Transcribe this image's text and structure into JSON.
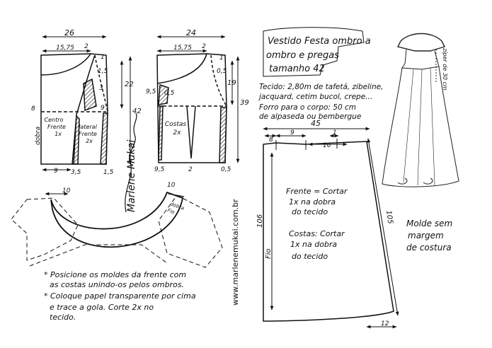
{
  "front": {
    "top_width": "26",
    "shoulder": "15,75",
    "neck_step": "2",
    "right_marks": [
      "1",
      "1,5",
      "3",
      "9"
    ],
    "left_mark": "8",
    "length_a": "22",
    "length_b": "42",
    "bottom_left": "9",
    "bottom_mid": "3,5",
    "bottom_right": "1,5",
    "fold_label": "dobra",
    "piece1_lines": [
      "Centro",
      "Frente",
      "1x"
    ],
    "piece2_lines": [
      "lateral",
      "Frente",
      "2x"
    ]
  },
  "back": {
    "top_width": "24",
    "shoulder": "15,75",
    "neck_step": "2",
    "right_marks": [
      "1",
      "0,5"
    ],
    "left_marks": [
      "9,5",
      "0,5"
    ],
    "length_a": "19",
    "length_b": "39",
    "bottom_left": "9,5",
    "bottom_mid": "2",
    "bottom_right": "0,5",
    "piece_lines": [
      "Costas",
      "2x"
    ]
  },
  "collar": {
    "top_mark": "10",
    "right_mark": "10",
    "fold_lines": [
      "dobra",
      "Fio"
    ]
  },
  "notes": [
    "* Posicione os moldes da frente com",
    "as costas unindo-os pelos ombros.",
    "* Coloque papel transparente por cima",
    "e trace a gola. Corte 2x no",
    "tecido."
  ],
  "title_lines": [
    "Vestido Festa ombro a",
    "ombro e pregas",
    "tamanho 42"
  ],
  "fabric_lines": [
    "Tecido: 2,80m de tafetá, zibeline,",
    "jacquard, cetim bucol, crepe...",
    "Forro para o corpo: 50 cm",
    "de alpaseda ou bembergue"
  ],
  "skirt": {
    "top_width": "45",
    "mark_left": "8",
    "mark_9": "9",
    "mark_16": "16",
    "mark_1": "1",
    "length_left": "106",
    "length_right": "105",
    "grain_label": "Fio",
    "bottom_mark": "12",
    "front_lines": [
      "Frente = Cortar",
      "1x na dobra",
      "do tecido"
    ],
    "back_lines": [
      "Costas: Cortar",
      "1x na dobra",
      "do tecido"
    ]
  },
  "sketch_note": "zíper de 30 cm",
  "no_seam_lines": [
    "Molde sem",
    "margem",
    "de costura"
  ],
  "signature_text": "Marlene Mukai",
  "website": "www.marlenemukai.com.br"
}
